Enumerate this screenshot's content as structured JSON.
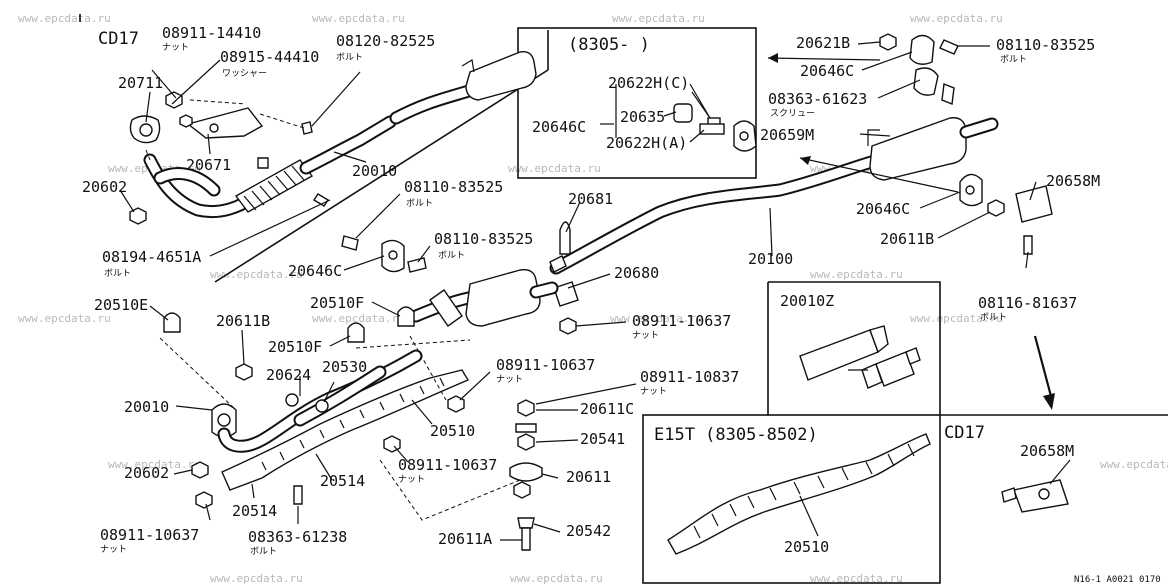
{
  "watermark": "www.epcdata.ru",
  "corner_code": "N16-1 A0021 0170",
  "engine_cd17": "CD17",
  "inset_date_top": "(8305-    )",
  "inset_e15t": "E15T (8305-8502)",
  "labels": {
    "p08911_14410": "08911-14410",
    "p08915_44410": "08915-44410",
    "p08120_82525": "08120-82525",
    "p20711": "20711",
    "p20671": "20671",
    "p20010_top": "20010",
    "p20602_top": "20602",
    "p08194_4651a": "08194-4651A",
    "p20622h_c": "20622H(C)",
    "p20635": "20635",
    "p20646c_inset": "20646C",
    "p20622h_a": "20622H(A)",
    "p20621b": "20621B",
    "p08110_83525_tr": "08110-83525",
    "p20646c_tr": "20646C",
    "p08363_61623": "08363-61623",
    "p20659m": "20659M",
    "p20658m_r": "20658M",
    "p20646c_r": "20646C",
    "p20611b_r": "20611B",
    "p08116_81637": "08116-81637",
    "p08110_83525_mid": "08110-83525",
    "p08110_83525_mid2": "08110-83525",
    "p20646c_mid": "20646C",
    "p20681": "20681",
    "p20680": "20680",
    "p20100": "20100",
    "p08911_10637_a": "08911-10637",
    "p20510e": "20510E",
    "p20611b_l": "20611B",
    "p20510f_a": "20510F",
    "p20510f_b": "20510F",
    "p20624": "20624",
    "p20530": "20530",
    "p20010_bl": "20010",
    "p20510_bl": "20510",
    "p08911_10637_b": "08911-10637",
    "p08911_10837": "08911-10837",
    "p20611c": "20611C",
    "p20541": "20541",
    "p20602_bl": "20602",
    "p20514_a": "20514",
    "p20514_b": "20514",
    "p08911_10637_c": "08911-10637",
    "p08911_10637_d": "08911-10637",
    "p20611": "20611",
    "p08363_61238": "08363-61238",
    "p20611a": "20611A",
    "p20542": "20542",
    "p20010z": "20010Z",
    "p20510_box": "20510",
    "p20658m_box": "20658M"
  },
  "sublabels": {
    "nut": "ナット",
    "washer": "ワッシャー",
    "bolt": "ボルト",
    "screw": "スクリュー"
  }
}
